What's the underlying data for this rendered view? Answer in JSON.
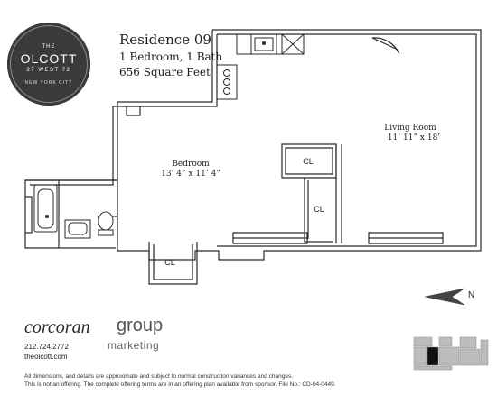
{
  "logo": {
    "prefix": "THE",
    "name": "OLCOTT",
    "address": "27 WEST 72",
    "city": "NEW YORK CITY"
  },
  "unit": {
    "title": "Residence 09",
    "rooms": "1 Bedroom, 1 Bath",
    "area": "656 Square Feet"
  },
  "rooms": {
    "living_name": "Living Room",
    "living_size": "11’ 11” x 18’",
    "bedroom_name": "Bedroom",
    "bedroom_size": "13’ 4” x 11’ 4”",
    "closet": "CL"
  },
  "compass": {
    "label": "N"
  },
  "brand": {
    "corcoran": "corcoran",
    "group": "group",
    "marketing": "marketing",
    "phone": "212.724.2772",
    "site": "theolcott.com"
  },
  "disclaimer": {
    "line1": "All dimensions, and details are approximate and subject to normal construction variances and changes.",
    "line2": "This is not an offering. The complete offering terms are in an offering plan available from sponsor. File No.: CD-04-0449."
  }
}
